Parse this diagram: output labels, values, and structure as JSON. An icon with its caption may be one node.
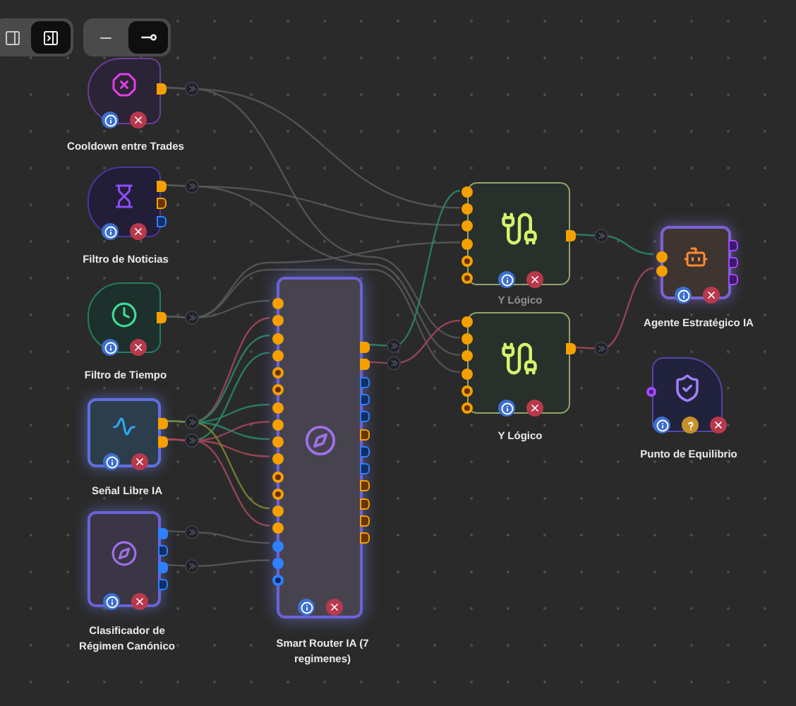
{
  "diagram": {
    "nodes": [
      {
        "text": [
          "Cooldown entre Trades"
        ]
      },
      {
        "text": [
          "Filtro de Noticias"
        ]
      },
      {
        "text": [
          "Filtro de Tiempo"
        ]
      },
      {
        "text": [
          "Señal Libre IA"
        ]
      },
      {
        "text": [
          "Clasificador de Régimen Canónico"
        ]
      },
      {
        "text": [
          "Smart Router IA (7 regimenes)"
        ]
      },
      {
        "text": [
          "Y Lógico"
        ]
      },
      {
        "text": [
          "Y Lógico"
        ]
      },
      {
        "text": [
          "Agente Estratégico IA"
        ]
      },
      {
        "text": [
          "Punto de Equilibrio"
        ]
      }
    ],
    "edges": [
      {
        "from": 0,
        "to": 6,
        "arrow": "to"
      },
      {
        "from": 0,
        "to": 7,
        "arrow": "to"
      },
      {
        "from": 1,
        "to": 6,
        "arrow": "to"
      },
      {
        "from": 1,
        "to": 7,
        "arrow": "to"
      },
      {
        "from": 2,
        "to": 6,
        "arrow": "to"
      },
      {
        "from": 2,
        "to": 7,
        "arrow": "to"
      },
      {
        "from": 2,
        "to": 5,
        "arrow": "to"
      },
      {
        "from": 3,
        "to": 5,
        "arrow": "to",
        "color": "#a8485a"
      },
      {
        "from": 3,
        "to": 5,
        "arrow": "to",
        "color": "#2a8a6a"
      },
      {
        "from": 3,
        "to": 5,
        "arrow": "to",
        "color": "#2a8a6a"
      },
      {
        "from": 3,
        "to": 5,
        "arrow": "to",
        "color": "#2a8a6a"
      },
      {
        "from": 3,
        "to": 5,
        "arrow": "to",
        "color": "#a8485a"
      },
      {
        "from": 3,
        "to": 5,
        "arrow": "to",
        "color": "#2a8a6a"
      },
      {
        "from": 3,
        "to": 5,
        "arrow": "to",
        "color": "#a8485a"
      },
      {
        "from": 3,
        "to": 5,
        "arrow": "to",
        "color": "#7d8a35"
      },
      {
        "from": 3,
        "to": 5,
        "arrow": "to",
        "color": "#a8485a"
      },
      {
        "from": 4,
        "to": 5,
        "arrow": "to"
      },
      {
        "from": 4,
        "to": 5,
        "arrow": "to"
      },
      {
        "from": 5,
        "to": 6,
        "arrow": "to",
        "color": "#2a8a6a"
      },
      {
        "from": 5,
        "to": 7,
        "arrow": "to",
        "color": "#a8485a"
      },
      {
        "from": 6,
        "to": 8,
        "arrow": "to",
        "color": "#2a8a6a"
      },
      {
        "from": 7,
        "to": 8,
        "arrow": "to",
        "color": "#a8485a"
      }
    ]
  }
}
